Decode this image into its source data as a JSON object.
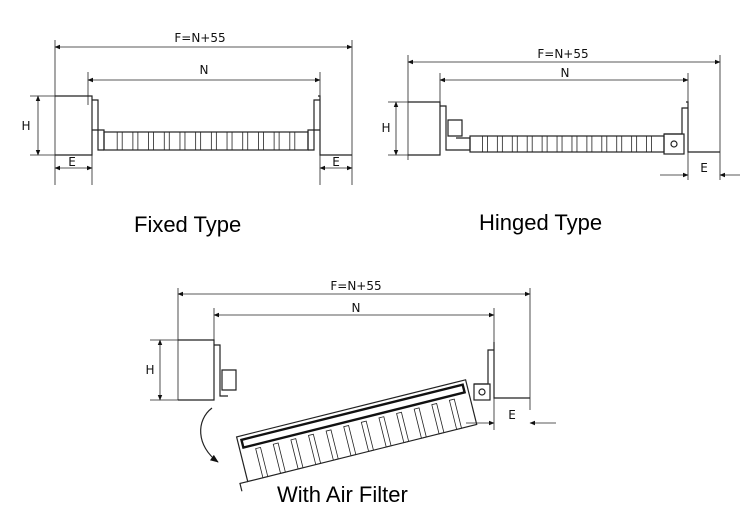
{
  "diagrams": [
    {
      "caption": "Fixed Type",
      "dims": {
        "overall": "F=N+55",
        "inner": "N",
        "height": "H",
        "left_edge": "E",
        "right_edge": "E"
      }
    },
    {
      "caption": "Hinged Type",
      "dims": {
        "overall": "F=N+55",
        "inner": "N",
        "height": "H",
        "edge": "E"
      }
    },
    {
      "caption": "With Air Filter",
      "dims": {
        "overall": "F=N+55",
        "inner": "N",
        "height": "H",
        "edge": "E"
      }
    }
  ]
}
